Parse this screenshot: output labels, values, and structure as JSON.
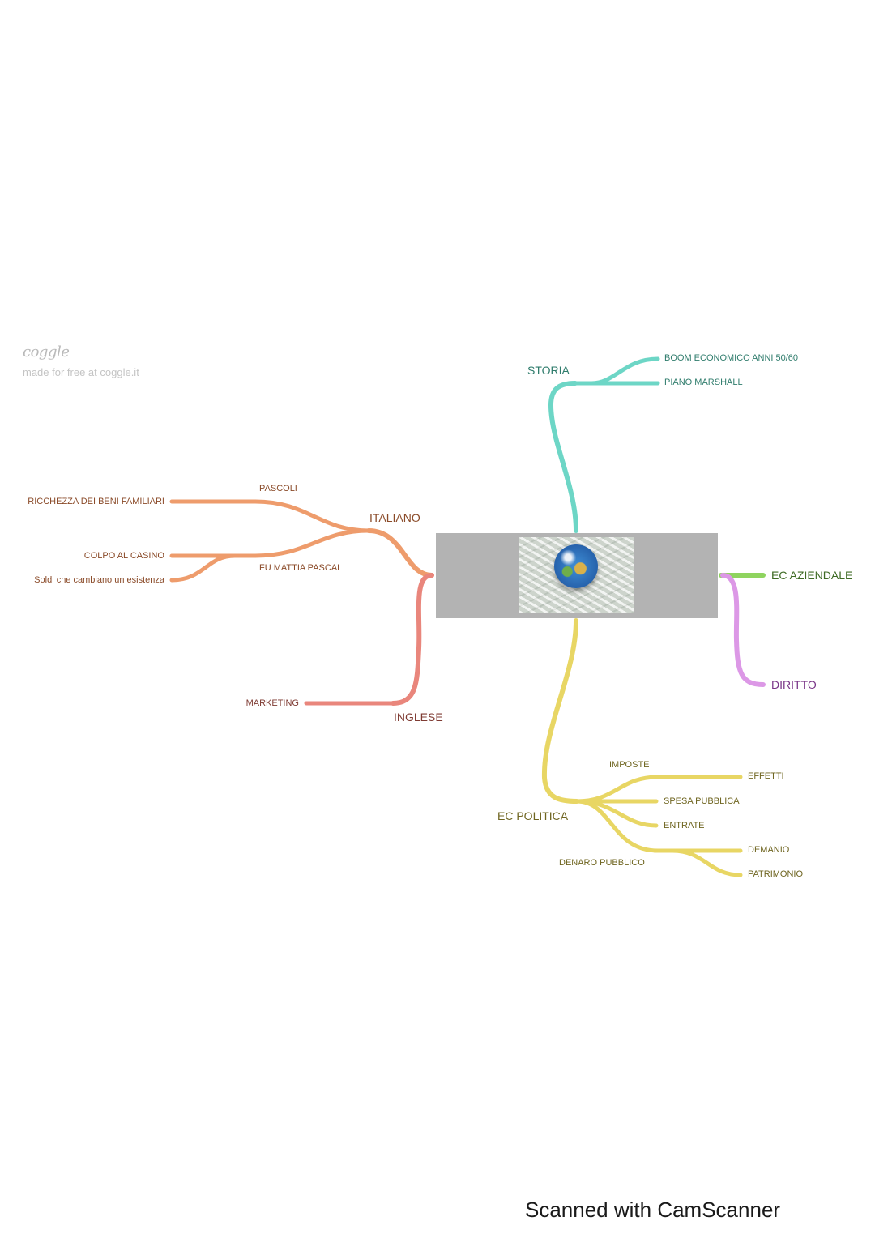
{
  "brand": {
    "logo_text": "coggle",
    "tagline": "made for free at coggle.it"
  },
  "footer": {
    "scanner_text": "Scanned with CamScanner"
  },
  "center_node": {
    "image_icon": "globe-on-money-image"
  },
  "branches": {
    "storia": {
      "label": "STORIA",
      "color": "#6dd6c6",
      "text_color": "#2f7c6c",
      "children": [
        "BOOM ECONOMICO ANNI 50/60",
        "PIANO MARSHALL"
      ]
    },
    "italiano": {
      "label": "ITALIANO",
      "color": "#ee9c6c",
      "text_color": "#8a4a28",
      "pascoli": {
        "label": "PASCOLI",
        "children": [
          "RICCHEZZA DEI BENI FAMILIARI"
        ]
      },
      "pascal": {
        "label": "FU MATTIA PASCAL",
        "children": [
          "COLPO AL CASINO",
          "Soldi che cambiano un esistenza"
        ]
      }
    },
    "inglese": {
      "label": "INGLESE",
      "color": "#e9867c",
      "text_color": "#7f3b33",
      "children": [
        "MARKETING"
      ]
    },
    "ec_aziendale": {
      "label": "EC AZIENDALE",
      "color": "#8fd45f",
      "text_color": "#3f6b25"
    },
    "diritto": {
      "label": "DIRITTO",
      "color": "#dc98e6",
      "text_color": "#7a3688"
    },
    "ec_politica": {
      "label": "EC POLITICA",
      "color": "#e8d664",
      "text_color": "#6f6520",
      "imposte": {
        "label": "IMPOSTE",
        "children": [
          "EFFETTI"
        ]
      },
      "direct_children": [
        "SPESA PUBBLICA",
        "ENTRATE"
      ],
      "denaro": {
        "label": "DENARO PUBBLICO",
        "children": [
          "DEMANIO",
          "PATRIMONIO"
        ]
      }
    }
  }
}
